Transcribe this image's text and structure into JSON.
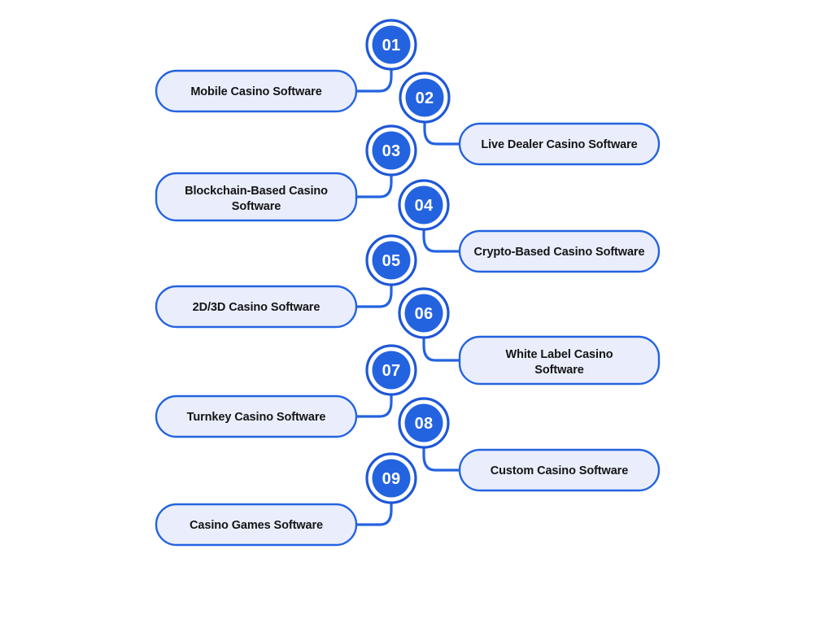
{
  "diagram": {
    "type": "numbered-list-infographic",
    "background_color": "#ffffff",
    "accent_color": "#2463e0",
    "ring_color": "#1f57d6",
    "pill_fill_color": "#eaeefc",
    "pill_border_color": "#2463e0",
    "label_text_color": "#141414",
    "number_text_color": "#ffffff",
    "item_count": 9,
    "items": [
      {
        "number": "01",
        "label": "Mobile Casino Software",
        "side": "left",
        "lines": [
          "Mobile Casino Software"
        ]
      },
      {
        "number": "02",
        "label": "Live Dealer Casino Software",
        "side": "right",
        "lines": [
          "Live Dealer Casino Software"
        ]
      },
      {
        "number": "03",
        "label": "Blockchain-Based Casino Software",
        "side": "left",
        "lines": [
          "Blockchain-Based Casino",
          "Software"
        ]
      },
      {
        "number": "04",
        "label": "Crypto-Based Casino Software",
        "side": "right",
        "lines": [
          "Crypto-Based Casino Software"
        ]
      },
      {
        "number": "05",
        "label": "2D/3D Casino Software",
        "side": "left",
        "lines": [
          "2D/3D Casino Software"
        ]
      },
      {
        "number": "06",
        "label": "White Label Casino Software",
        "side": "right",
        "lines": [
          "White Label Casino",
          "Software"
        ]
      },
      {
        "number": "07",
        "label": "Turnkey Casino Software",
        "side": "left",
        "lines": [
          "Turnkey Casino Software"
        ]
      },
      {
        "number": "08",
        "label": "Custom Casino Software",
        "side": "right",
        "lines": [
          "Custom Casino Software"
        ]
      },
      {
        "number": "09",
        "label": "Casino Games Software",
        "side": "left",
        "lines": [
          "Casino Games Software"
        ]
      }
    ]
  }
}
